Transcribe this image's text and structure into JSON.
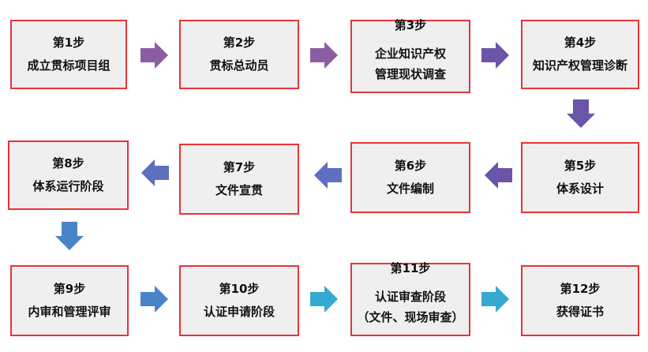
{
  "steps": [
    {
      "id": 1,
      "num": "第1步",
      "lines": [
        "成立贯标项目组"
      ]
    },
    {
      "id": 2,
      "num": "第2步",
      "lines": [
        "贯标总动员"
      ]
    },
    {
      "id": 3,
      "num": "第3步",
      "lines": [
        "企业知识产权",
        "管理现状调查"
      ]
    },
    {
      "id": 4,
      "num": "第4步",
      "lines": [
        "知识产权管理诊断"
      ]
    },
    {
      "id": 5,
      "num": "第5步",
      "lines": [
        "体系设计"
      ]
    },
    {
      "id": 6,
      "num": "第6步",
      "lines": [
        "文件编制"
      ]
    },
    {
      "id": 7,
      "num": "第7步",
      "lines": [
        "文件宣贯"
      ]
    },
    {
      "id": 8,
      "num": "第8步",
      "lines": [
        "体系运行阶段"
      ]
    },
    {
      "id": 9,
      "num": "第9步",
      "lines": [
        "内审和管理评审"
      ]
    },
    {
      "id": 10,
      "num": "第10步",
      "lines": [
        "认证申请阶段"
      ]
    },
    {
      "id": 11,
      "num": "第11步",
      "lines": [
        "认证审查阶段",
        "（文件、现场审查）"
      ]
    },
    {
      "id": 12,
      "num": "第12步",
      "lines": [
        "获得证书"
      ]
    }
  ],
  "colors": {
    "box_border": "#e8333a",
    "box_fill": "#efefef",
    "arrow_purple": "#8b5ea3",
    "arrow_indigo": "#6a55a8",
    "arrow_blue": "#5d6fc0",
    "arrow_steel": "#4a84c8",
    "arrow_teal": "#35a9cf"
  }
}
